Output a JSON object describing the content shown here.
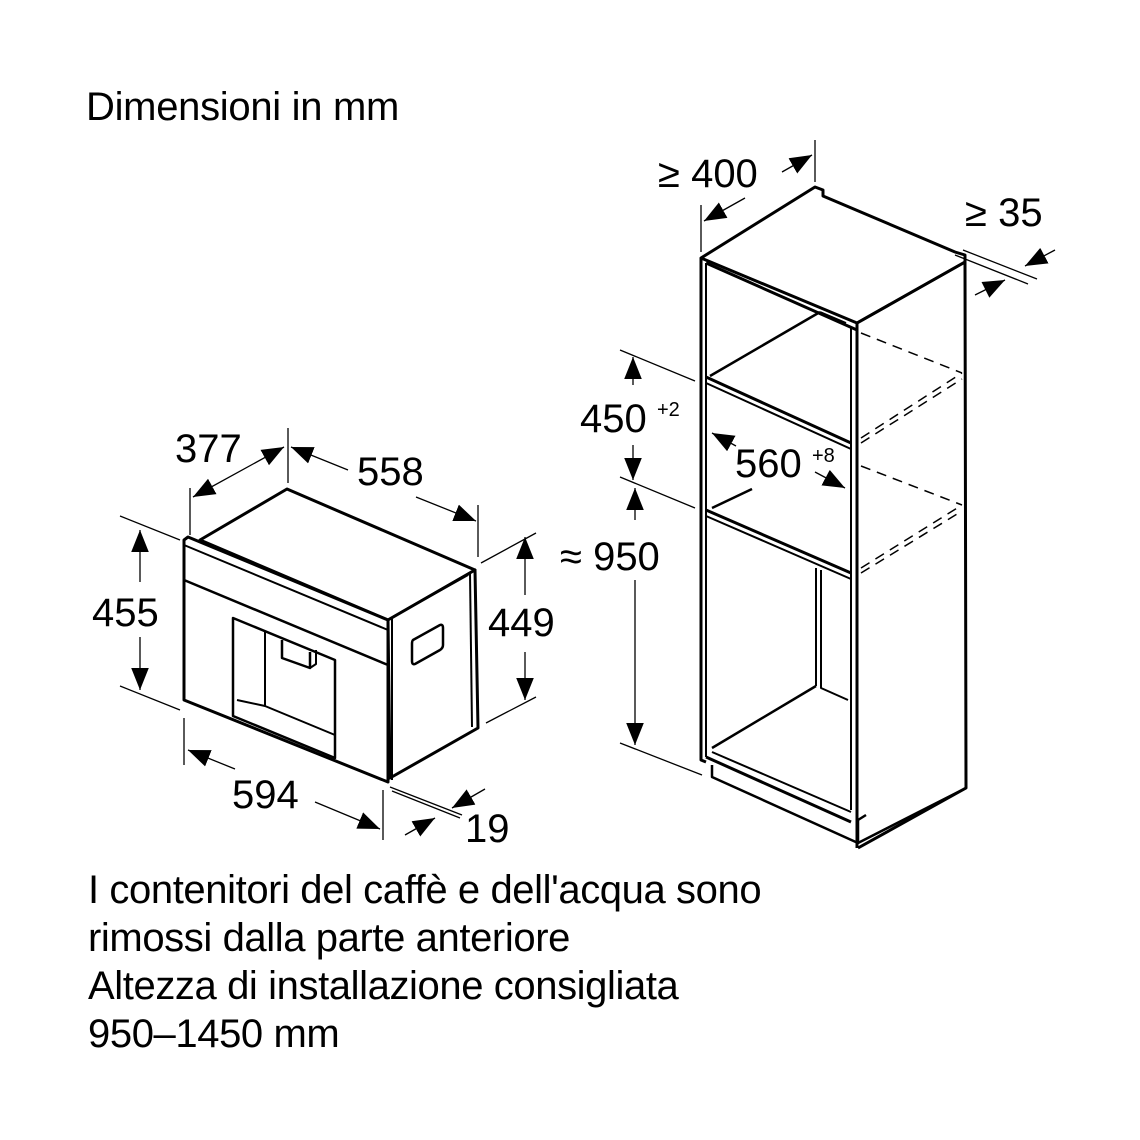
{
  "title": "Dimensioni in mm",
  "appliance": {
    "dimensions": {
      "depth_side": "377",
      "depth": "558",
      "height_front": "455",
      "height_body": "449",
      "width": "594",
      "panel_thickness": "19"
    }
  },
  "cabinet": {
    "dimensions": {
      "min_depth": "≥ 400",
      "min_side_gap": "≥ 35",
      "niche_height": "450",
      "niche_height_tolerance": "+2",
      "niche_width": "560",
      "niche_width_tolerance": "+8",
      "install_height": "≈ 950"
    }
  },
  "notes": [
    "I contenitori del caffè e dell'acqua sono",
    "rimossi dalla parte anteriore",
    "Altezza di installazione consigliata",
    "950–1450 mm"
  ],
  "colors": {
    "line": "#000000",
    "background": "#ffffff"
  }
}
